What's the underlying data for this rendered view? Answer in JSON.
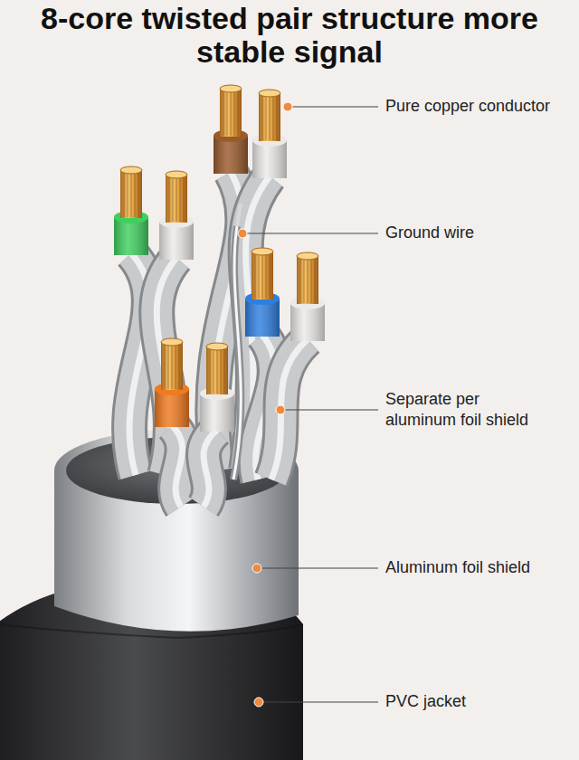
{
  "diagram": {
    "title": "8-core twisted pair structure more stable signal",
    "labels": [
      "Pure copper conductor",
      "Ground wire",
      "Separate per aluminum foil shield",
      "Aluminum foil shield",
      "PVC jacket"
    ]
  }
}
